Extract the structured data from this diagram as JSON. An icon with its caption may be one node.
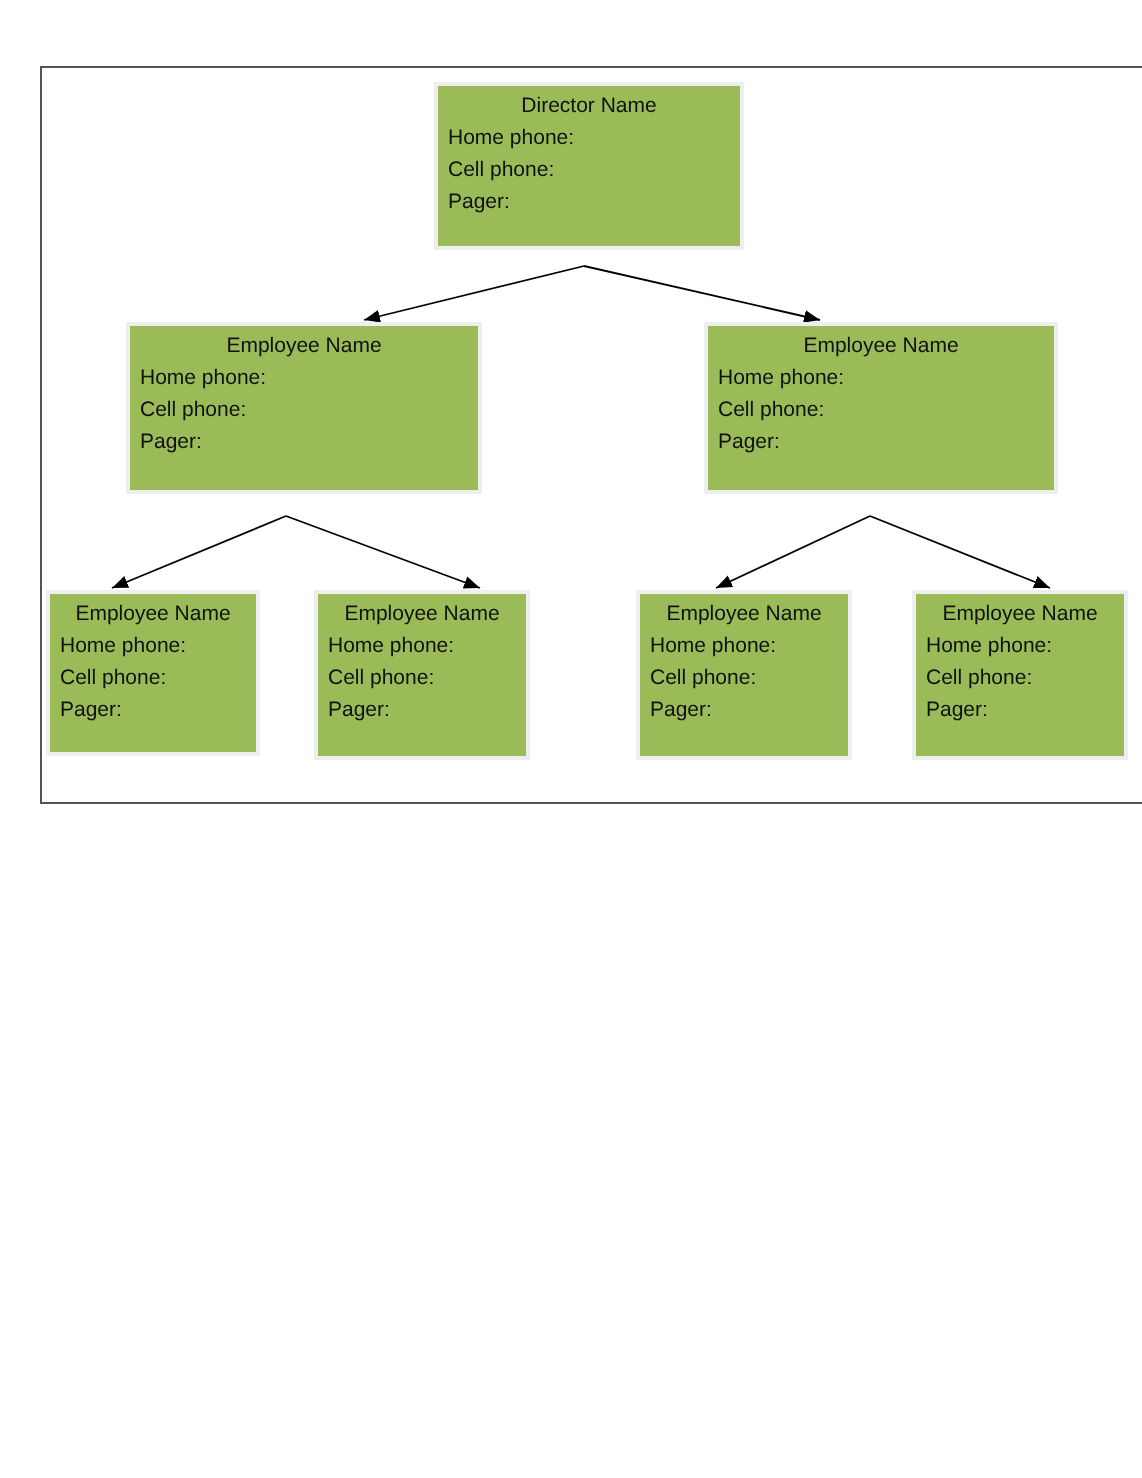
{
  "diagram": {
    "nodes": [
      {
        "text": [
          "Director Name",
          "Home phone:",
          "Cell phone:",
          "Pager:"
        ]
      },
      {
        "text": [
          "Employee Name",
          "Home phone:",
          "Cell phone:",
          "Pager:"
        ]
      },
      {
        "text": [
          "Employee Name",
          "Home phone:",
          "Cell phone:",
          "Pager:"
        ]
      },
      {
        "text": [
          "Employee Name",
          "Home phone:",
          "Cell phone:",
          "Pager:"
        ]
      },
      {
        "text": [
          "Employee Name",
          "Home phone:",
          "Cell phone:",
          "Pager:"
        ]
      },
      {
        "text": [
          "Employee Name",
          "Home phone:",
          "Cell phone:",
          "Pager:"
        ]
      },
      {
        "text": [
          "Employee Name",
          "Home phone:",
          "Cell phone:",
          "Pager:"
        ]
      }
    ],
    "edges": [
      {
        "from": 0,
        "to": 1,
        "arrow": "to"
      },
      {
        "from": 0,
        "to": 2,
        "arrow": "to"
      },
      {
        "from": 1,
        "to": 3,
        "arrow": "to"
      },
      {
        "from": 1,
        "to": 4,
        "arrow": "to"
      },
      {
        "from": 2,
        "to": 5,
        "arrow": "to"
      },
      {
        "from": 2,
        "to": 6,
        "arrow": "to"
      }
    ]
  }
}
